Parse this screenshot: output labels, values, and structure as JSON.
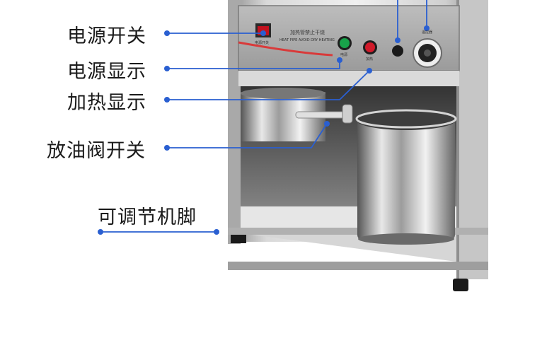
{
  "labels": {
    "power_switch": "电源开关",
    "power_indicator": "电源显示",
    "heating_indicator": "加热显示",
    "oil_valve_switch": "放油阀开关",
    "adjustable_feet": "可调节机脚"
  },
  "panel_text": {
    "header": "加热管禁止干烧",
    "header_en": "HEAT PIPE AVOID DRY HEATING",
    "power_switch_tag": "电源开关",
    "green_lamp_tag": "电源",
    "red_lamp_tag": "加热",
    "knob_tag": "温控器"
  },
  "colors": {
    "accent": "#2a5fd1",
    "steel": "#c9c9c9",
    "panel": "#9a9a9a",
    "lamp_green": "#18a34a",
    "lamp_red": "#d11a2a",
    "switch_red": "#c3121f"
  }
}
